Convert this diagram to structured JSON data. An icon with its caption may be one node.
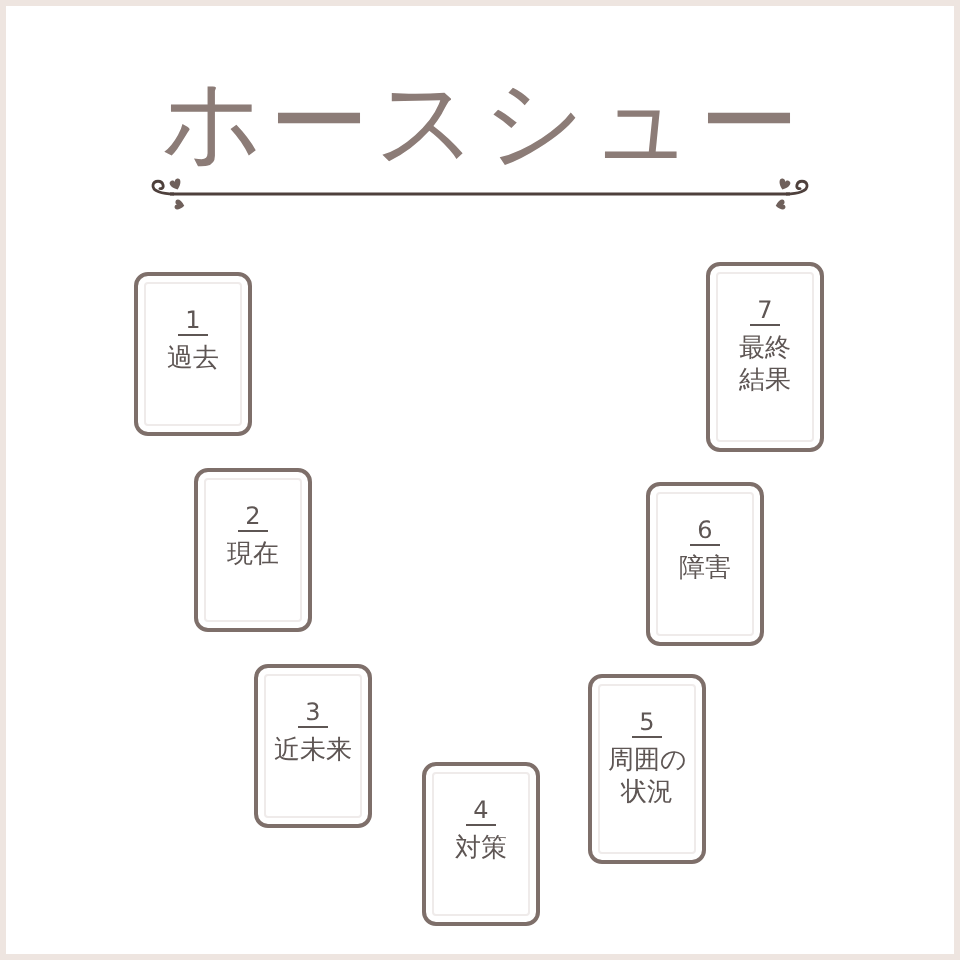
{
  "diagram": {
    "title": "ホースシュー",
    "nodes": [
      {
        "text": [
          "1",
          "過去"
        ]
      },
      {
        "text": [
          "2",
          "現在"
        ]
      },
      {
        "text": [
          "3",
          "近未来"
        ]
      },
      {
        "text": [
          "4",
          "対策"
        ]
      },
      {
        "text": [
          "5",
          "周囲の状況"
        ]
      },
      {
        "text": [
          "6",
          "障害"
        ]
      },
      {
        "text": [
          "7",
          "最終結果"
        ]
      }
    ]
  }
}
